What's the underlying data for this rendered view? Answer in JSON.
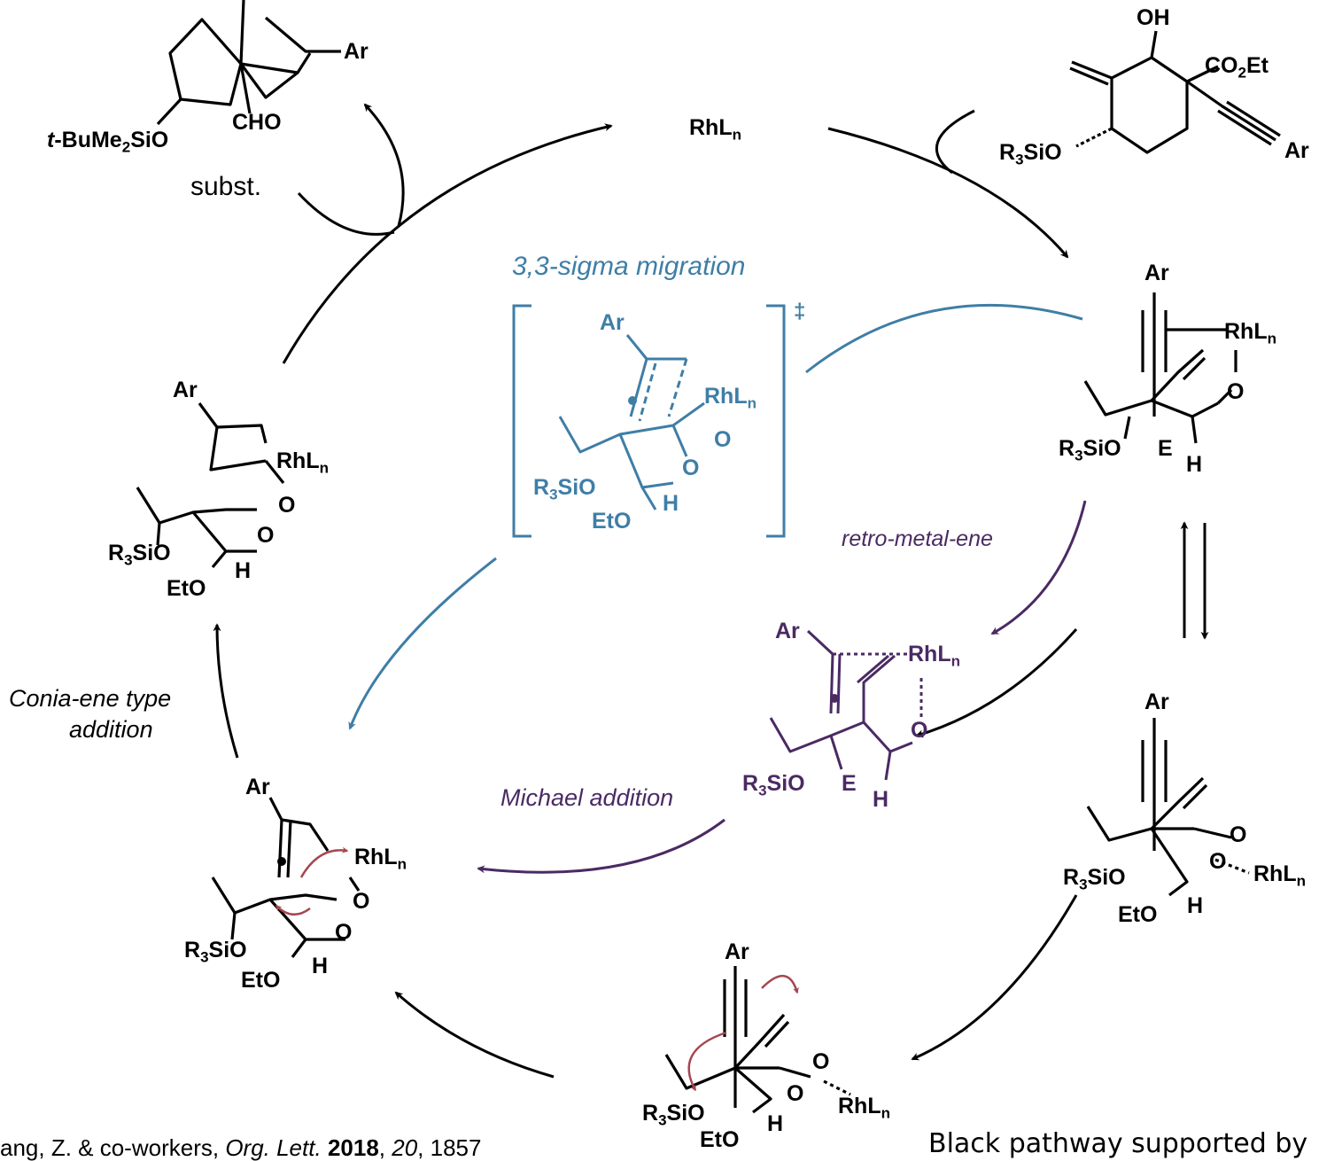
{
  "colors": {
    "main": "#000000",
    "blue": "#3f7ea6",
    "purple": "#4a2a63",
    "red": "#a5474f"
  },
  "catalyst": {
    "rh": "RhL",
    "n": "n"
  },
  "product": {
    "ar": "Ar",
    "tbu": "t",
    "silyl": "-BuMe",
    "two": "2",
    "sio": "SiO",
    "cho": "CHO"
  },
  "substrate": {
    "oh": "OH",
    "co2": "CO",
    "two": "2",
    "et": "Et",
    "ar": "Ar",
    "r3": "R",
    "three": "3",
    "sio": "SiO"
  },
  "labels": {
    "subst": "subst.",
    "sigma": "3,3-sigma migration",
    "dagger": "‡",
    "retro": "retro-metal-ene",
    "michael": "Michael addition",
    "conia1": "Conia-ene type",
    "conia2": "addition"
  },
  "atoms": {
    "ar": "Ar",
    "o": "O",
    "e": "E",
    "h": "H",
    "eto": "EtO",
    "r3": "R",
    "three": "3",
    "sio": "SiO",
    "rh": "RhL",
    "n": "n"
  },
  "footer": {
    "citation_prefix": "ang, Z. & co-workers,",
    "journal": "Org. Lett.",
    "year": "2018",
    "volume": "20",
    "pages": "1857",
    "note": "Black pathway supported by"
  }
}
